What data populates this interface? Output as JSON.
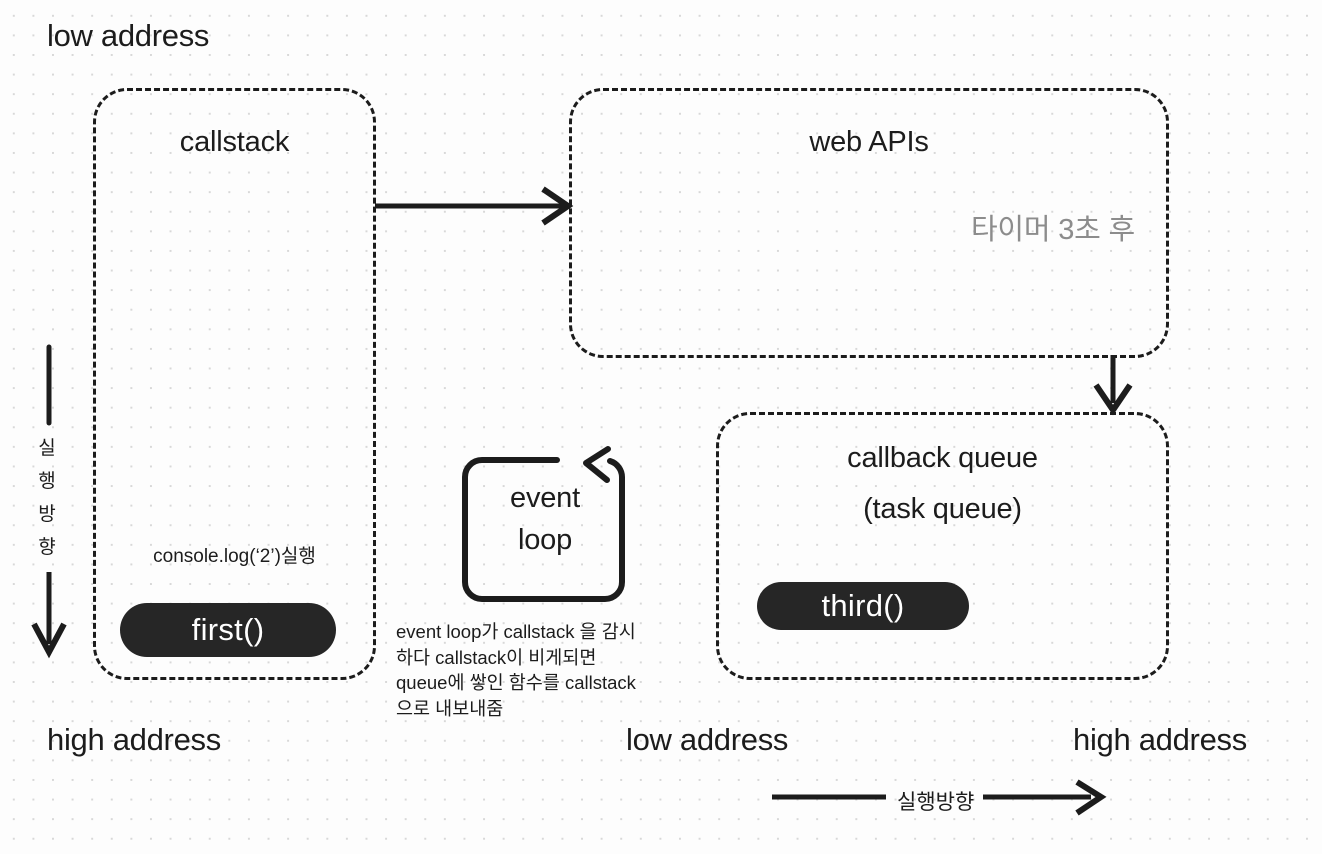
{
  "diagram": {
    "title": "JavaScript event loop / call stack diagram",
    "colors": {
      "ink": "#1c1c1c",
      "pill_bg": "#262626",
      "pill_text": "#ffffff",
      "muted_text": "#8c8c8c",
      "grid_dot": "#d8d8d8",
      "background": "#fdfdfd"
    }
  },
  "labels": {
    "low_address_top": "low address",
    "high_address_left": "high address",
    "low_address_bottom": "low address",
    "high_address_right": "high address"
  },
  "callstack": {
    "title": "callstack",
    "note": "console.log(‘2’)실행",
    "frame": "first()"
  },
  "web_apis": {
    "title": "web APIs",
    "note": "타이머 3초 후"
  },
  "callback_queue": {
    "title_line1": "callback queue",
    "title_line2": "(task queue)",
    "frame": "third()"
  },
  "event_loop": {
    "label_line1": "event",
    "label_line2": "loop",
    "description_lines": [
      "event loop가 callstack 을 감시",
      "하다 callstack이 비게되면",
      "queue에 쌓인 함수를 callstack",
      "으로 내보내줌"
    ]
  },
  "direction_markers": {
    "vertical_chars": [
      "실",
      "행",
      "방",
      "향"
    ],
    "vertical_text": "실행방향",
    "horizontal_text": "실행방향"
  },
  "arrows": {
    "callstack_to_webapis": "arrow-right",
    "webapis_to_queue": "arrow-down",
    "event_loop_cycle": "arrow-loop-left",
    "left_flow": "arrow-down",
    "bottom_flow": "arrow-right"
  }
}
